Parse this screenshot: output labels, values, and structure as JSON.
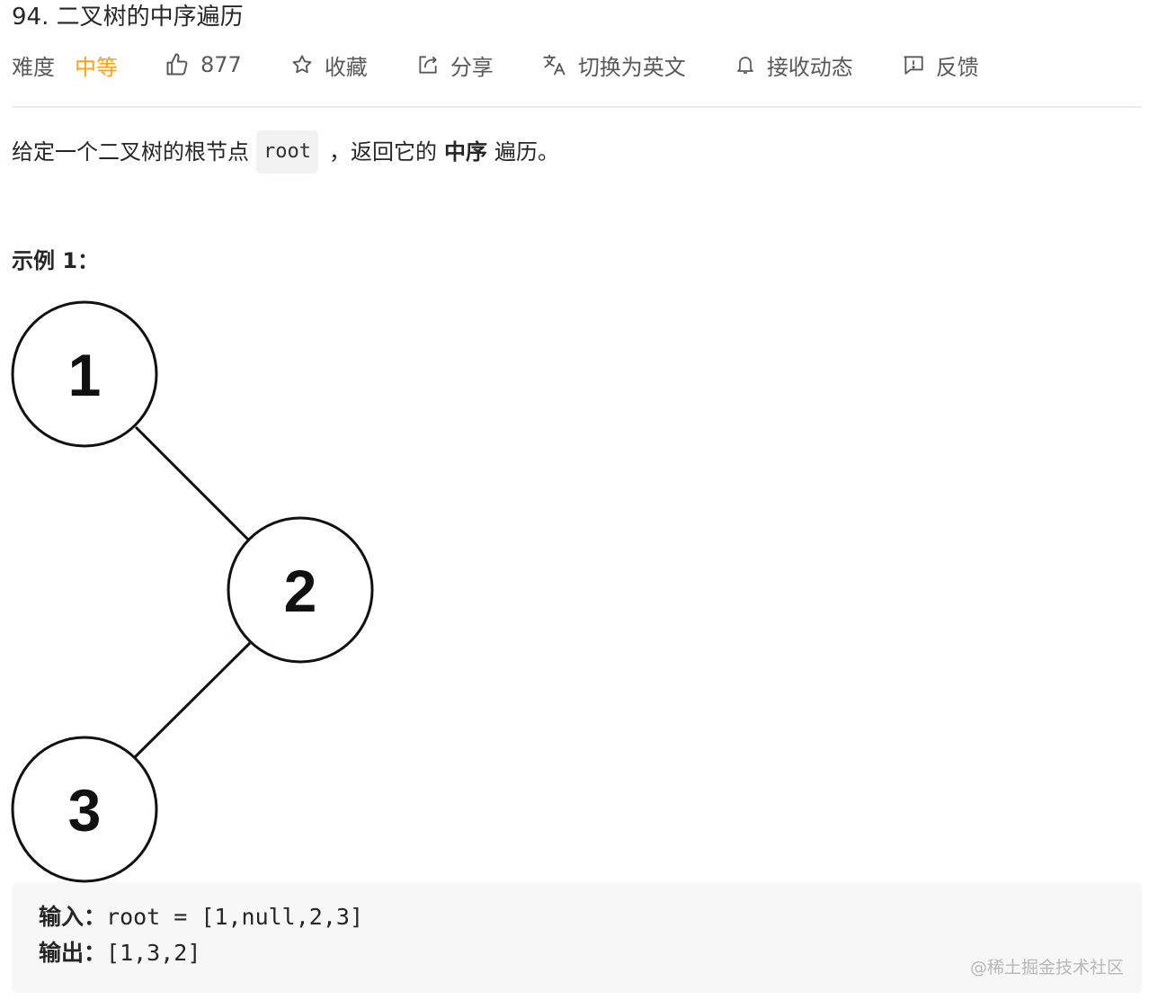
{
  "problem": {
    "title": "94. 二叉树的中序遍历"
  },
  "meta": {
    "difficulty_label": "难度",
    "difficulty_value": "中等",
    "difficulty_color": "#ffa116",
    "likes": "877",
    "favorite_label": "收藏",
    "share_label": "分享",
    "switch_lang_label": "切换为英文",
    "subscribe_label": "接收动态",
    "feedback_label": "反馈",
    "icons": [
      "thumbs-up-icon",
      "star-icon",
      "share-icon",
      "translate-icon",
      "bell-icon",
      "feedback-icon"
    ]
  },
  "description": {
    "part1": "给定一个二叉树的根节点",
    "code": "root",
    "part2": "，返回它的",
    "bold": "中序",
    "part3": "遍历。"
  },
  "example": {
    "title": "示例 1：",
    "tree_nodes": [
      "1",
      "2",
      "3"
    ],
    "input_label": "输入：",
    "input_value": "root = [1,null,2,3]",
    "output_label": "输出：",
    "output_value": "[1,3,2]"
  },
  "watermark": "@稀土掘金技术社区"
}
